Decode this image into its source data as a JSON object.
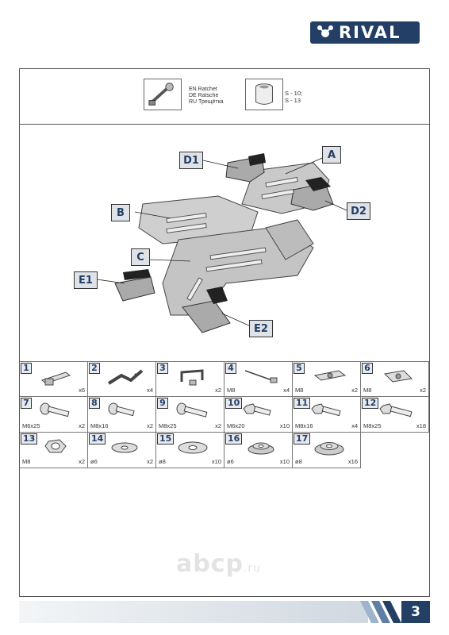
{
  "brand": {
    "name": "RIVAL",
    "color": "#243f66"
  },
  "tools": [
    {
      "icon": "ratchet-icon",
      "lines": [
        "EN Ratchet",
        "DE Ratsche",
        "RU Трещётка"
      ]
    },
    {
      "icon": "socket-icon",
      "lines": [
        "S - 10;",
        "S - 13"
      ]
    }
  ],
  "diagram": {
    "labels": [
      "A",
      "B",
      "C",
      "D1",
      "D2",
      "E1",
      "E2"
    ]
  },
  "parts": [
    {
      "num": "1",
      "size": "",
      "qty": "x6",
      "icon": "clip-nut-icon"
    },
    {
      "num": "2",
      "size": "",
      "qty": "x4",
      "icon": "bracket-icon"
    },
    {
      "num": "3",
      "size": "",
      "qty": "x2",
      "icon": "u-bracket-icon"
    },
    {
      "num": "4",
      "size": "M8",
      "qty": "x4",
      "icon": "wire-nut-icon"
    },
    {
      "num": "5",
      "size": "M8",
      "qty": "x2",
      "icon": "square-plate-nut-icon"
    },
    {
      "num": "6",
      "size": "M8",
      "qty": "x2",
      "icon": "plate-nut-icon"
    },
    {
      "num": "7",
      "size": "M6x25",
      "qty": "x2",
      "icon": "bolt-icon"
    },
    {
      "num": "8",
      "size": "M8x16",
      "qty": "x2",
      "icon": "bolt-icon"
    },
    {
      "num": "9",
      "size": "M8x25",
      "qty": "x2",
      "icon": "bolt-icon"
    },
    {
      "num": "10",
      "size": "M6x20",
      "qty": "x10",
      "icon": "hex-bolt-icon"
    },
    {
      "num": "11",
      "size": "M8x16",
      "qty": "x4",
      "icon": "hex-bolt-icon"
    },
    {
      "num": "12",
      "size": "M8x25",
      "qty": "x18",
      "icon": "hex-bolt-icon"
    },
    {
      "num": "13",
      "size": "M8",
      "qty": "x2",
      "icon": "hex-nut-icon"
    },
    {
      "num": "14",
      "size": "ø6",
      "qty": "x2",
      "icon": "washer-icon"
    },
    {
      "num": "15",
      "size": "ø8",
      "qty": "x10",
      "icon": "washer-icon"
    },
    {
      "num": "16",
      "size": "ø6",
      "qty": "x10",
      "icon": "spacer-icon"
    },
    {
      "num": "17",
      "size": "ø8",
      "qty": "x16",
      "icon": "spacer-icon"
    }
  ],
  "watermark": {
    "main": "abcp",
    "suffix": ".ru"
  },
  "page_number": "3"
}
